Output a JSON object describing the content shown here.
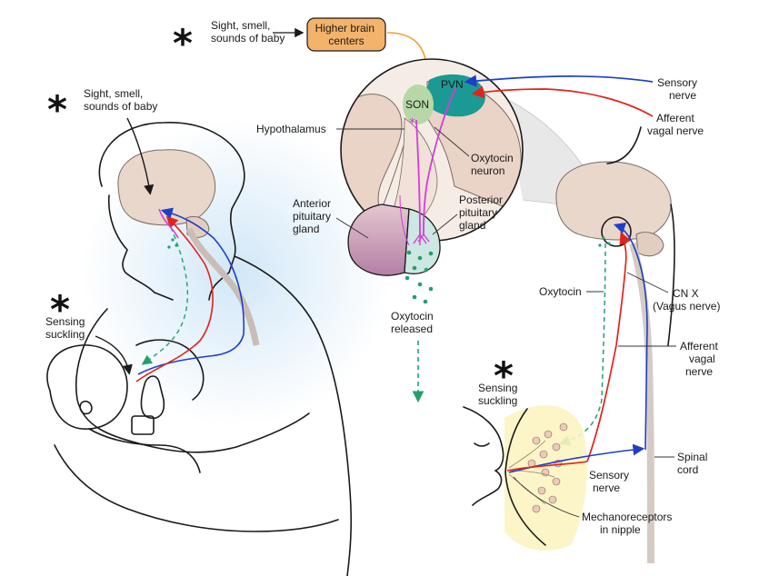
{
  "colors": {
    "sensory_nerve": "#1d3fc8",
    "afferent_vagal": "#e0241b",
    "oxytocin": "#22a06b",
    "neuron": "#d63bd9",
    "higher_brain_box": "#f4b36a",
    "pvn": "#1a9a93",
    "son": "#b7d8a6",
    "brain": "#e9d7cc",
    "glow": "#cfe6f7",
    "breast_tissue": "#fbf4c2"
  },
  "labels": {
    "star": "*",
    "top_sight_smell": [
      "Sight, smell,",
      "sounds of baby"
    ],
    "higher_brain_centers": [
      "Higher brain",
      "centers"
    ],
    "mother_sight_smell": [
      "Sight, smell,",
      "sounds of baby"
    ],
    "mother_sensing": [
      "Sensing",
      "suckling"
    ],
    "pvn": "PVN",
    "son": "SON",
    "hypothalamus": "Hypothalamus",
    "oxytocin_neuron": [
      "Oxytocin",
      "neuron"
    ],
    "anterior_pituitary": [
      "Anterior",
      "pituitary",
      "gland"
    ],
    "posterior_pituitary": [
      "Posterior",
      "pituitary",
      "gland"
    ],
    "oxytocin_released": [
      "Oxytocin",
      "released"
    ],
    "sensory_nerve_top": [
      "Sensory",
      "nerve"
    ],
    "afferent_vagal_top": [
      "Afferent",
      "vagal nerve"
    ],
    "oxytocin_right": "Oxytocin",
    "cn_x": [
      "CN X",
      "(Vagus nerve)"
    ],
    "afferent_vagal_right": [
      "Afferent",
      "vagal",
      "nerve"
    ],
    "sensing_right": [
      "Sensing",
      "suckling"
    ],
    "spinal_cord": [
      "Spinal",
      "cord"
    ],
    "sensory_nerve_bottom": [
      "Sensory",
      "nerve"
    ],
    "mechanoreceptors": [
      "Mechanoreceptors",
      "in nipple"
    ]
  }
}
